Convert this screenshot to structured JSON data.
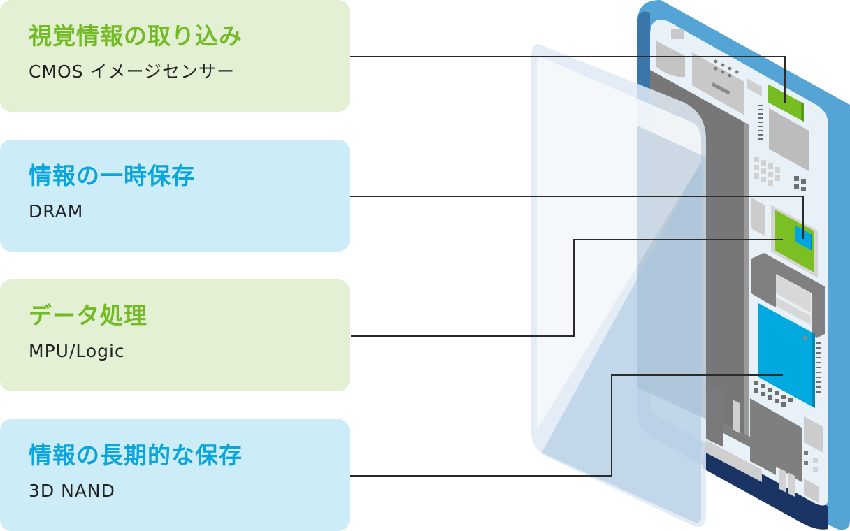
{
  "cards": [
    {
      "title": "視覚情報の取り込み",
      "subtitle": "CMOS イメージセンサー",
      "theme": "green"
    },
    {
      "title": "情報の一時保存",
      "subtitle": "DRAM",
      "theme": "blue"
    },
    {
      "title": "データ処理",
      "subtitle": "MPU/Logic",
      "theme": "green"
    },
    {
      "title": "情報の長期的な保存",
      "subtitle": "3D NAND",
      "theme": "blue"
    }
  ],
  "colors": {
    "green_title": "#73bb24",
    "blue_title": "#0aa5dc",
    "green_card_bg": "#e4f0d4",
    "blue_card_bg": "#ccecf7",
    "leader_line": "#2b2b2b",
    "phone_frame": "#55a4d6",
    "phone_frame_dark": "#1a3464",
    "board": "#e9f1f8",
    "cmos_chip": "#76bd22",
    "dram_chip": "#00a6de",
    "nand_chip": "#00a9df",
    "mpu_chip": "#7cbf25"
  },
  "illustration": {
    "subject": "smartphone-exploded-view",
    "components": [
      "CMOS image sensor",
      "DRAM",
      "MPU/Logic",
      "3D NAND"
    ]
  }
}
